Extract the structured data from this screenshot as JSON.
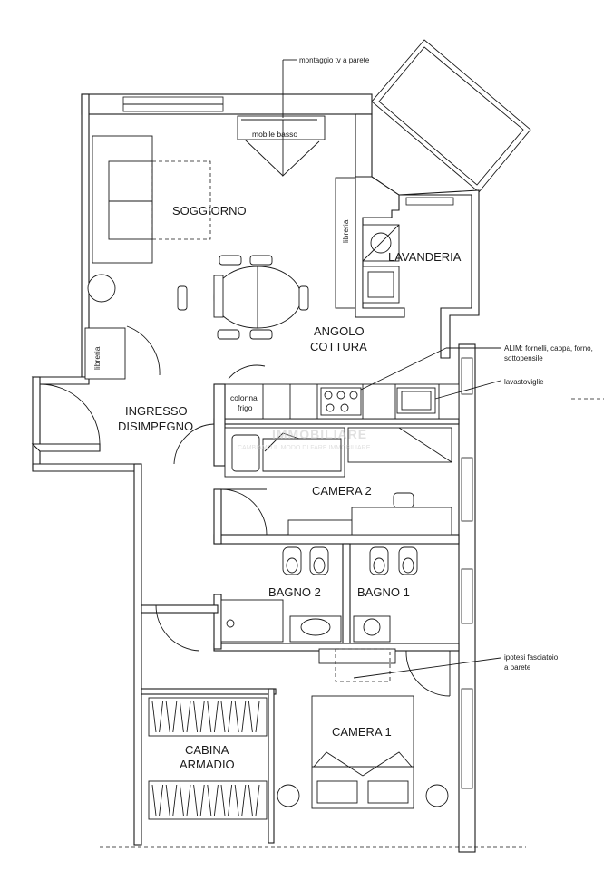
{
  "rooms": {
    "soggiorno": "SOGGIORNO",
    "angolo_1": "ANGOLO",
    "angolo_2": "COTTURA",
    "ingresso_1": "INGRESSO",
    "ingresso_2": "DISIMPEGNO",
    "camera2": "CAMERA 2",
    "bagno2": "BAGNO 2",
    "bagno1": "BAGNO 1",
    "camera1": "CAMERA 1",
    "cabina_1": "CABINA",
    "cabina_2": "ARMADIO",
    "lavanderia": "LAVANDERIA"
  },
  "furniture_labels": {
    "mobile_basso": "mobile basso",
    "libreria_top": "libreria",
    "libreria_left": "libreria",
    "colonna": "colonna",
    "frigo": "frigo"
  },
  "annotations": {
    "tv": "montaggio tv a parete",
    "alim_1": "ALIM: fornelli, cappa, forno,",
    "alim_2": "sottopensile",
    "lavastoviglie": "lavastoviglie",
    "fasciatoio_1": "ipotesi fasciatoio",
    "fasciatoio_2": "a parete"
  },
  "watermark": {
    "line1": "IMMOBILIARE",
    "line2": "CAMBIAMO IL MODO DI FARE IMMOBILIARE"
  }
}
